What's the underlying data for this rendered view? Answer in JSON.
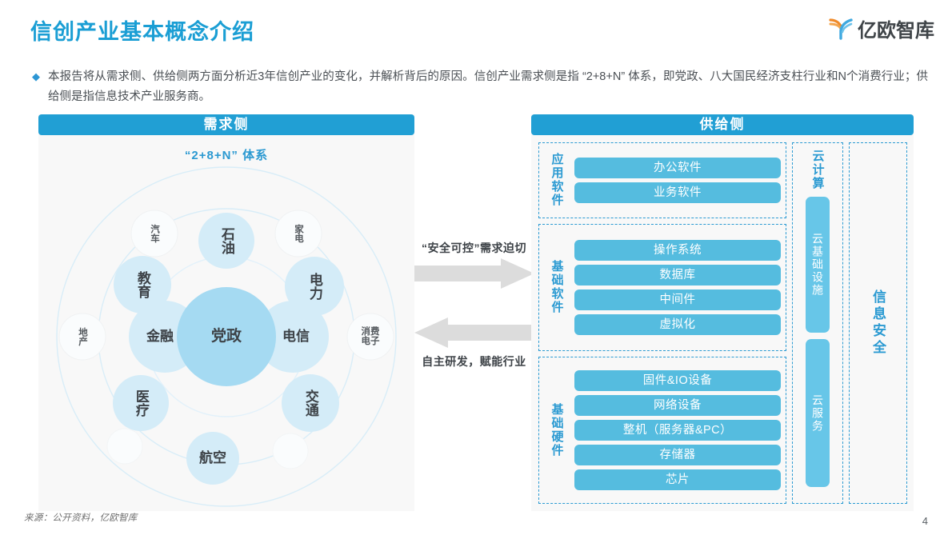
{
  "header": {
    "title": "信创产业基本概念介绍",
    "logo_text": "亿欧智库"
  },
  "intro": {
    "bullet": "◆",
    "text": "本报告将从需求侧、供给侧两方面分析近3年信创产业的变化，并解析背后的原因。信创产业需求侧是指 “2+8+N” 体系，即党政、八大国民经济支柱行业和N个消费行业；供给侧是指信息技术产业服务商。"
  },
  "demand": {
    "header": "需求侧",
    "subtitle": "“2+8+N” 体系",
    "core": {
      "label": "党政"
    },
    "tier2": [
      {
        "label": "石油",
        "vertical": true
      },
      {
        "label": "电力",
        "vertical": true
      },
      {
        "label": "电信",
        "vertical": false
      },
      {
        "label": "交通",
        "vertical": true
      },
      {
        "label": "航空",
        "vertical": false
      },
      {
        "label": "医疗",
        "vertical": true
      },
      {
        "label": "金融",
        "vertical": false
      },
      {
        "label": "教育",
        "vertical": true
      }
    ],
    "tier3": [
      {
        "label": "汽车",
        "vertical": true
      },
      {
        "label": "家电",
        "vertical": true
      },
      {
        "label": "消费\n电子",
        "vertical": false
      },
      {
        "label": "地产",
        "vertical": true
      }
    ]
  },
  "center": {
    "caption_top": "“安全可控”需求迫切",
    "caption_bottom": "自主研发，赋能行业",
    "arrow_right": "arrow-right",
    "arrow_left": "arrow-left"
  },
  "supply": {
    "header": "供给侧",
    "groups": [
      {
        "label": "应用软件",
        "items": [
          "办公软件",
          "业务软件"
        ]
      },
      {
        "label": "基础软件",
        "items": [
          "操作系统",
          "数据库",
          "中间件",
          "虚拟化"
        ]
      },
      {
        "label": "基础硬件",
        "items": [
          "固件&IO设备",
          "网络设备",
          "整机（服务器&PC）",
          "存储器",
          "芯片"
        ]
      }
    ],
    "cloud": {
      "title": "云计算",
      "boxes": [
        "云基础设施",
        "云服务"
      ]
    },
    "security": {
      "label": "信息安全"
    }
  },
  "footer": {
    "source": "来源：公开资料，亿欧智库",
    "page": "4"
  },
  "colors": {
    "brand_blue": "#219fd4",
    "box_blue": "#55bcdf",
    "cloud_blue": "#67c6e8",
    "core_circle": "#a5daf2",
    "tier2_circle": "#d3ecf8",
    "logo_orange": "#f08a29",
    "panel_bg": "#f8f8f8",
    "arrow_gray": "#d9d9d9"
  }
}
